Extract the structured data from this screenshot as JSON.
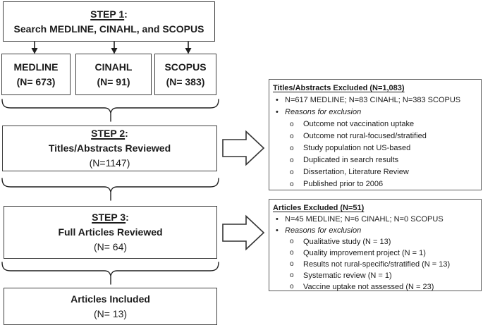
{
  "flow": {
    "step1": {
      "heading": "STEP 1",
      "heading_suffix": ":",
      "subtitle": "Search MEDLINE, CINAHL, and SCOPUS"
    },
    "sources": [
      {
        "name": "MEDLINE",
        "count": "(N= 673)"
      },
      {
        "name": "CINAHL",
        "count": "(N= 91)"
      },
      {
        "name": "SCOPUS",
        "count": "(N= 383)"
      }
    ],
    "step2": {
      "heading": "STEP 2",
      "heading_suffix": ":",
      "subtitle": "Titles/Abstracts Reviewed",
      "count": "(N=1147)"
    },
    "step3": {
      "heading": "STEP 3",
      "heading_suffix": ":",
      "subtitle": "Full Articles Reviewed",
      "count": "(N= 64)"
    },
    "included": {
      "title": "Articles Included",
      "count": "(N= 13)"
    }
  },
  "exclusions": [
    {
      "title": "Titles/Abstracts Excluded (N=1,083)",
      "breakdown": "N=617 MEDLINE; N=83 CINAHL; N=383 SCOPUS",
      "reasons_label": "Reasons for exclusion",
      "reasons": [
        "Outcome not vaccination uptake",
        "Outcome not rural-focused/stratified",
        "Study population not US-based",
        "Duplicated in search results",
        "Dissertation, Literature Review",
        "Published prior to 2006"
      ]
    },
    {
      "title": "Articles Excluded (N=51)",
      "breakdown": "N=45 MEDLINE; N=6 CINAHL; N=0 SCOPUS",
      "reasons_label": "Reasons for exclusion",
      "reasons": [
        "Qualitative study (N = 13)",
        "Quality improvement project (N = 1)",
        "Results not rural-specific/stratified (N = 13)",
        "Systematic review (N = 1)",
        "Vaccine uptake not assessed (N = 23)"
      ]
    }
  ],
  "markers": {
    "bullet": "•",
    "circle": "o"
  },
  "colors": {
    "ink": "#1c1c1c",
    "box_border_dark": "#404040",
    "box_border_gray": "#595959",
    "arrow_stroke": "#333333",
    "background": "#ffffff"
  }
}
